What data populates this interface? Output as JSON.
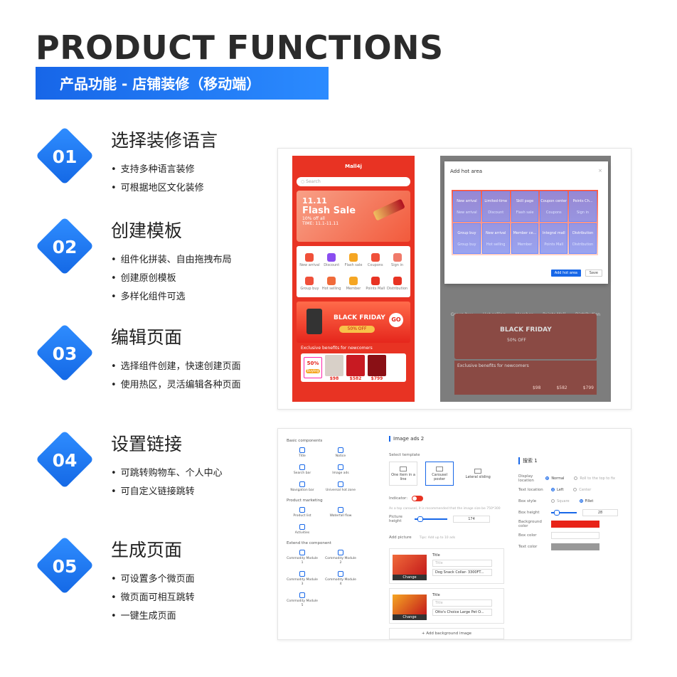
{
  "header": {
    "title": "PRODUCT FUNCTIONS",
    "subtitle": "产品功能 - 店铺装修（移动端）"
  },
  "steps": [
    {
      "num": "01",
      "title": "选择装修语言",
      "bullets": [
        "支持多种语言装修",
        "可根据地区文化装修"
      ]
    },
    {
      "num": "02",
      "title": "创建模板",
      "bullets": [
        "组件化拼装、自由拖拽布局",
        "创建原创模板",
        "多样化组件可选"
      ]
    },
    {
      "num": "03",
      "title": "编辑页面",
      "bullets": [
        "选择组件创建，快速创建页面",
        "使用热区，灵活编辑各种页面"
      ]
    },
    {
      "num": "04",
      "title": "设置链接",
      "bullets": [
        "可跳转购物车、个人中心",
        "可自定义链接跳转"
      ]
    },
    {
      "num": "05",
      "title": "生成页面",
      "bullets": [
        "可设置多个微页面",
        "微页面可相互跳转",
        "一键生成页面"
      ]
    }
  ],
  "phone": {
    "store": "Mall4j",
    "search": "Search",
    "banner_l1": "11.11",
    "banner_l2": "Flash Sale",
    "banner_l3": "10% off all",
    "banner_l4": "TIME: 11.1-11.11",
    "icons": [
      {
        "label": "New arrival",
        "color": "#f0503a"
      },
      {
        "label": "Discount",
        "color": "#8a4df0"
      },
      {
        "label": "Flash sale",
        "color": "#f5a623"
      },
      {
        "label": "Coupons",
        "color": "#f0503a"
      },
      {
        "label": "Sign in",
        "color": "#f07a6a"
      },
      {
        "label": "Group buy",
        "color": "#f0503a"
      },
      {
        "label": "Hot selling",
        "color": "#f06a3a"
      },
      {
        "label": "Member",
        "color": "#f5a623"
      },
      {
        "label": "Points Mall",
        "color": "#e83323"
      },
      {
        "label": "Distribution",
        "color": "#e83323"
      }
    ],
    "bf_title": "BLACK FRIDAY",
    "bf_off": "50% OFF",
    "bf_go": "GO",
    "benefits": "Exclusive benefits for newcomers",
    "coupon": "50%",
    "buy": "Buying",
    "prices": [
      "$98",
      "$582",
      "$799"
    ]
  },
  "dialog": {
    "title": "Add hot area",
    "close": "×",
    "hot_top": [
      "New arrival",
      "Limited-time",
      "Skill page",
      "Coupon center",
      "Points Ch..."
    ],
    "hot_bottom": [
      "Group buy",
      "New arrival",
      "Member ce...",
      "Integral mall",
      "Distribution"
    ],
    "add_btn": "Add hot area",
    "save_btn": "Save"
  },
  "editor": {
    "sec_basic": "Basic components",
    "basic": [
      "Title",
      "Notice",
      "Search bar",
      "Image ads",
      "Navigation bar",
      "Universal hot zone"
    ],
    "sec_marketing": "Product marketing",
    "marketing": [
      "Product list",
      "Waterfall flow",
      "Activities"
    ],
    "sec_extend": "Extend the component",
    "extend": [
      "Commodity Module 1",
      "Commodity Module 2",
      "Commodity Module 3",
      "Commodity Module 4",
      "Commodity Module 5"
    ],
    "mid_title": "Image ads 2",
    "select_template": "Select template",
    "templates": [
      "One item in a line",
      "Carousel poster",
      "Lateral sliding"
    ],
    "indicator": "Indicator:",
    "hint": "As a top carousel, it is recommended that the image size be 750*300",
    "pic_height": "Picture height",
    "pic_height_val": "174",
    "add_picture": "Add picture",
    "add_tip": "Tips: Add up to 10 ads",
    "pics": [
      {
        "title": "Title",
        "placeholder": "Title",
        "link": "Dog Snack Collar- 3300FT...",
        "change": "Change"
      },
      {
        "title": "Title",
        "placeholder": "Title",
        "link": "Otto's Choice Large Pet O...",
        "change": "Change"
      }
    ],
    "add_bg": "+ Add background image",
    "right_title": "搜索 1",
    "display_location": "Display location",
    "dl_opts": [
      "Normal",
      "Roll to the top to fix"
    ],
    "text_location": "Text location",
    "tl_opts": [
      "Left",
      "Center"
    ],
    "box_style": "Box style",
    "bs_opts": [
      "Square",
      "Fillet"
    ],
    "box_height": "Box height",
    "box_height_val": "28",
    "bg_color": "Background color",
    "box_color": "Box color",
    "text_color": "Text color",
    "colors": {
      "bg": "#e82318",
      "box": "#ffffff",
      "text": "#999999"
    }
  }
}
